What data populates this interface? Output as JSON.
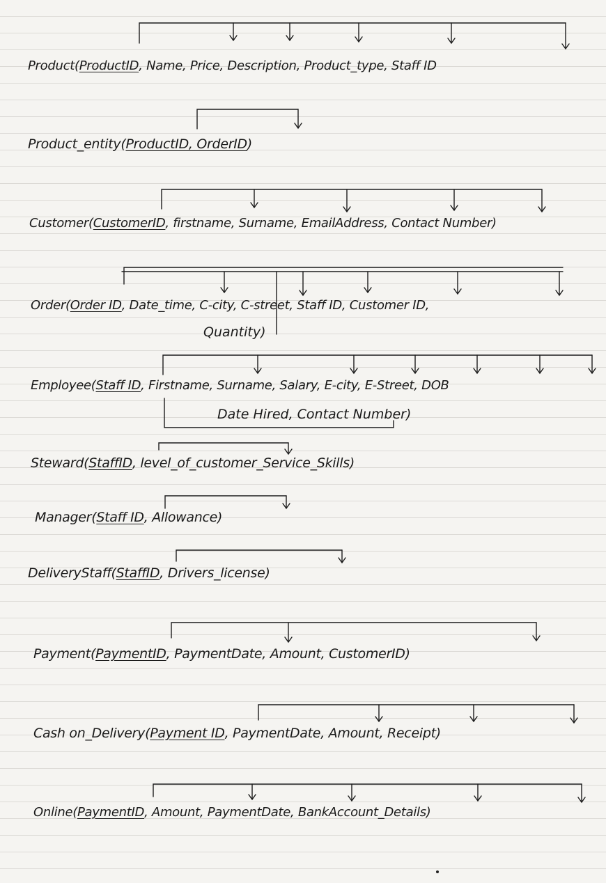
{
  "relations": [
    {
      "name": "Product",
      "key": "ProductID",
      "rest": ", Name, Price, Description, Product_type, Staff ID"
    },
    {
      "name": "Product_entity",
      "key": "ProductID, OrderID",
      "rest": ")"
    },
    {
      "name": "Customer",
      "key": "CustomerID",
      "rest": ", firstname, Surname, EmailAddress, Contact Number)"
    },
    {
      "name": "Order",
      "key": "Order ID",
      "rest": ", Date_time, C-city, C-street, Staff ID, Customer ID,",
      "rest2": "Quantity)"
    },
    {
      "name": "Employee",
      "key": "Staff ID",
      "rest": ", Firstname, Surname, Salary, E-city, E-Street, DOB",
      "rest2": "Date Hired, Contact Number)"
    },
    {
      "name": "Steward",
      "key": "StaffID",
      "rest": ", level_of_customer_Service_Skills)"
    },
    {
      "name": "Manager",
      "key": "Staff ID",
      "rest": ", Allowance)"
    },
    {
      "name": "DeliveryStaff",
      "key": "StaffID",
      "rest": ", Drivers_license)"
    },
    {
      "name": "Payment",
      "key": "PaymentID",
      "rest": ", PaymentDate, Amount, CustomerID)"
    },
    {
      "name": "Cash on_Delivery",
      "key": "Payment ID",
      "rest": ", PaymentDate, Amount, Receipt)"
    },
    {
      "name": "Online",
      "key": "PaymentID",
      "rest": ", Amount, PaymentDate, BankAccount_Details)"
    }
  ]
}
